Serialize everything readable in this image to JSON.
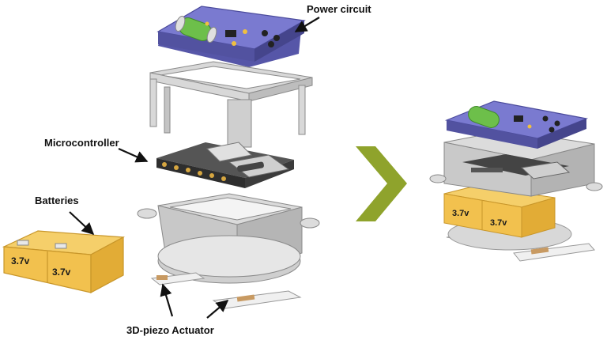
{
  "labels": {
    "power_circuit": "Power circuit",
    "microcontroller": "Microcontroller",
    "batteries": "Batteries",
    "actuator": "3D-piezo Actuator"
  },
  "battery_voltage": "3.7v",
  "colors": {
    "pcb": "#6f6fc8",
    "pcb_edge": "#4b4b9c",
    "battery": "#f2c14e",
    "battery_edge": "#c8962a",
    "frame": "#d6d6d6",
    "frame_edge": "#8a8a8a",
    "microcontroller": "#3a3a3a",
    "arrow_green": "#8fa32c",
    "piezo": "#c89a62",
    "component_green": "#6dbf4a"
  },
  "icons": {
    "transition_arrow": "chevron-right-icon"
  }
}
